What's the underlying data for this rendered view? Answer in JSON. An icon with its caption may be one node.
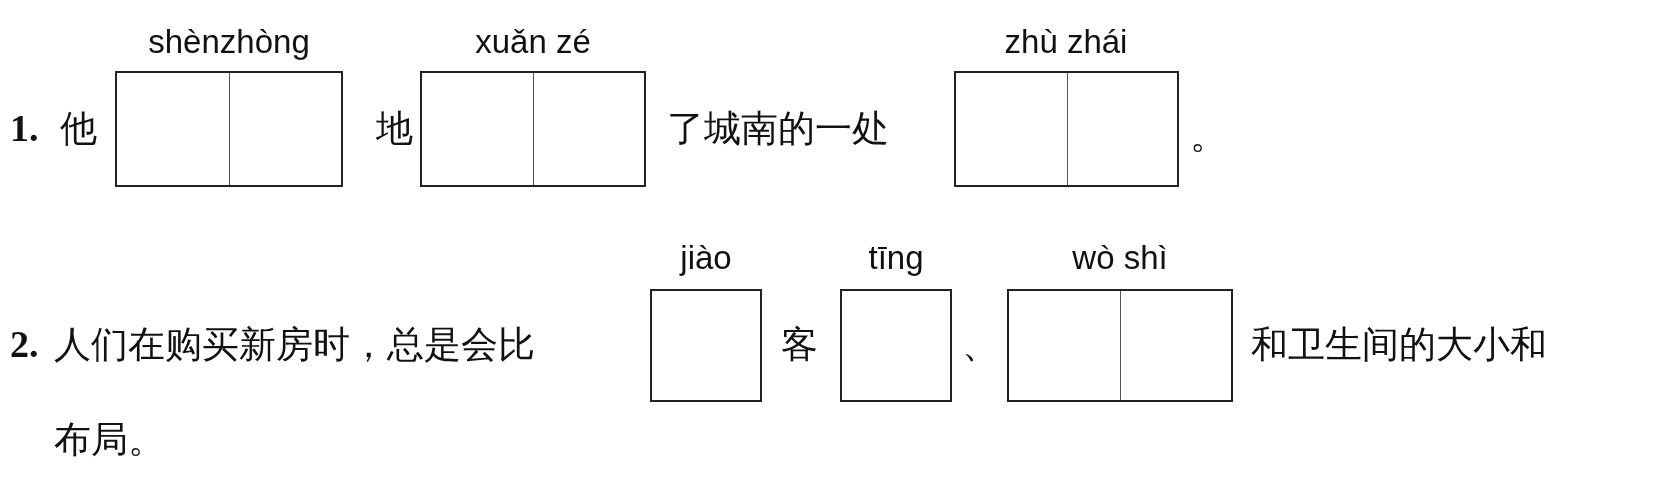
{
  "diagram": {
    "labels": [
      "shènzhòng",
      "xuǎn zé",
      "zhù zhái",
      "1.",
      "他",
      "地",
      "了城南的一处",
      "。",
      "jiào",
      "tīng",
      "wò shì",
      "2.",
      "人们在购买新房时，总是会比",
      "客",
      "、",
      "和卫生间的大小和",
      "布局。"
    ]
  }
}
